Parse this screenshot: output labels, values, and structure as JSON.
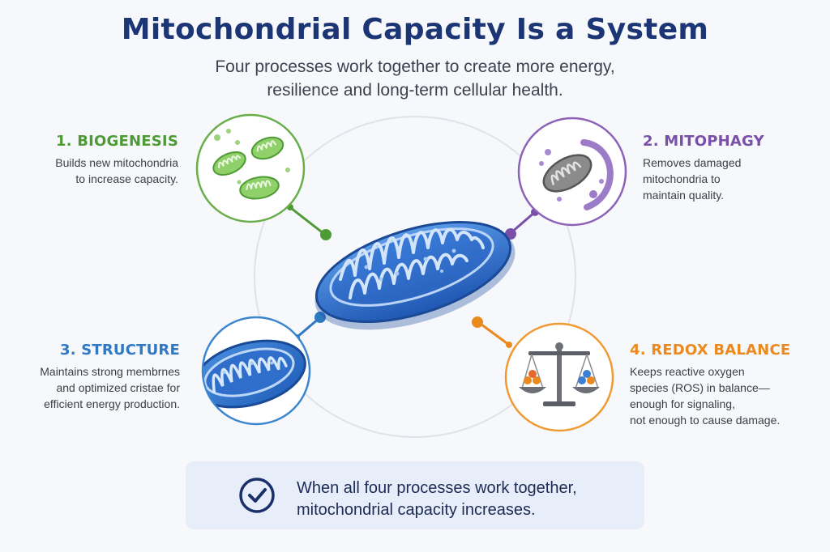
{
  "header": {
    "title": "Mitochondrial Capacity Is a System",
    "subtitle_line1": "Four processes work together to create more energy,",
    "subtitle_line2": "resilience and long-term cellular health."
  },
  "colors": {
    "title": "#1b3575",
    "biogenesis": "#4e9b35",
    "mitophagy": "#7a4fa8",
    "structure": "#2f78c2",
    "redox": "#ea8a1e",
    "center": "#2d6fcc"
  },
  "processes": [
    {
      "heading": "1. BIOGENESIS",
      "lines": [
        "Builds new mitochondria",
        "to increase capacity."
      ],
      "icon": "mitochondria-cluster-icon"
    },
    {
      "heading": "2. MITOPHAGY",
      "lines": [
        "Removes damaged",
        "mitochondria to",
        "maintain quality."
      ],
      "icon": "damaged-mitochondrion-icon"
    },
    {
      "heading": "3. STRUCTURE",
      "lines": [
        "Maintains strong membrnes",
        "and optimized cristae for",
        "efficient energy production."
      ],
      "icon": "mitochondrion-cross-section-icon"
    },
    {
      "heading": "4. REDOX BALANCE",
      "lines": [
        "Keeps reactive oxygen",
        "species (ROS) in balance—",
        "enough for signaling,",
        "not enough to cause damage."
      ],
      "icon": "balance-scale-icon"
    }
  ],
  "center": {
    "icon": "mitochondrion-icon"
  },
  "summary": {
    "line1": "When all four processes work together,",
    "line2": "mitochondrial capacity increases.",
    "icon": "check-circle-icon"
  }
}
